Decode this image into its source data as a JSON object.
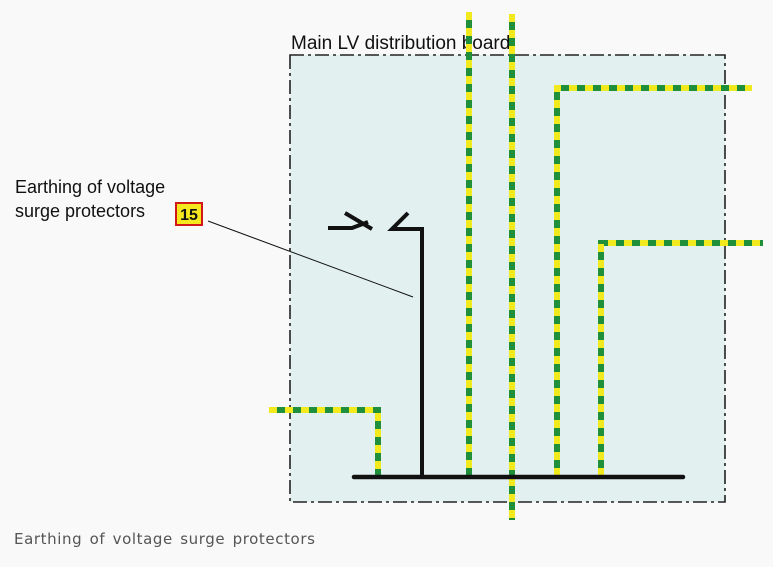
{
  "diagram": {
    "board_title": "Main LV distribution board",
    "label_line1": "Earthing of voltage",
    "label_line2": "surge protectors",
    "badge": "15"
  },
  "caption": "Earthing of voltage surge protectors",
  "colors": {
    "board_fill": "#e2f0f0",
    "earth_green": "#1f8f3a",
    "earth_yellow": "#f2ea1f",
    "badge_fill": "#f5e81e",
    "badge_border": "#d01818",
    "ink": "#111111"
  }
}
